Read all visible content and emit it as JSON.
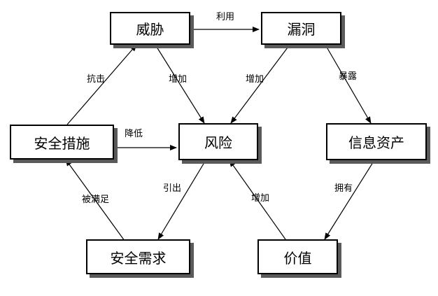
{
  "nodes": {
    "threat": "威胁",
    "vulnerability": "漏洞",
    "security_measures": "安全措施",
    "risk": "风险",
    "information_assets": "信息资产",
    "security_requirements": "安全需求",
    "value": "价值"
  },
  "edges": {
    "exploits": "利用",
    "resists": "抗击",
    "threat_increases": "增加",
    "vuln_increases": "增加",
    "exposes": "暴露",
    "reduces": "降低",
    "satisfied_by": "被满足",
    "derives": "引出",
    "value_increases": "增加",
    "owns": "拥有"
  }
}
